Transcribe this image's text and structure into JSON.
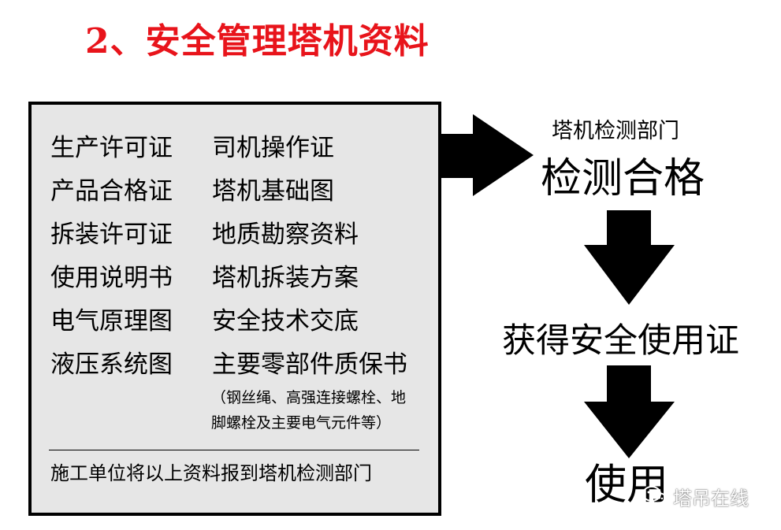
{
  "title": "2、安全管理塔机资料",
  "documents": {
    "left_column": [
      "生产许可证",
      "产品合格证",
      "拆装许可证",
      "使用说明书",
      "电气原理图",
      "液压系统图"
    ],
    "right_column": [
      "司机操作证",
      "塔机基础图",
      "地质勘察资料",
      "塔机拆装方案",
      "安全技术交底",
      "主要零部件质保书"
    ],
    "note_line1": "（钢丝绳、高强连接螺栓、地",
    "note_line2": "脚螺栓及主要电气元件等）",
    "submit_text": "施工单位将以上资料报到塔机检测部门"
  },
  "flow": {
    "department": "塔机检测部门",
    "inspection_result": "检测合格",
    "certificate": "获得安全使用证",
    "final": "使用"
  },
  "watermark": {
    "icon": "wechat-icon",
    "text": "塔吊在线"
  },
  "colors": {
    "title": "#e8141b",
    "box_background": "#e6e6e6",
    "arrow": "#000000"
  }
}
